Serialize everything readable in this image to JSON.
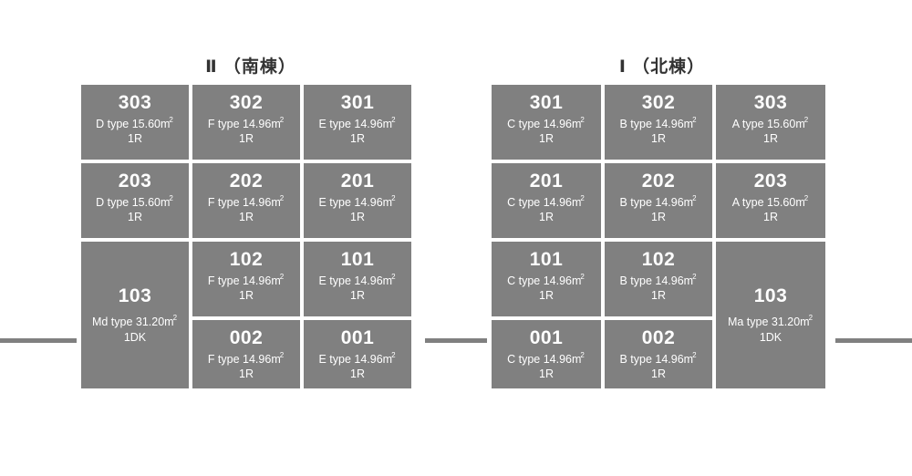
{
  "diagram": {
    "kind": "apartment-building-unit-layout",
    "cell_color": "#808080",
    "cell_text_color": "#ffffff",
    "title_color": "#333333",
    "background_color": "#ffffff"
  },
  "buildings": [
    {
      "id": "south",
      "title": "Ⅱ （南棟）",
      "units": [
        {
          "key": "s-303",
          "number": "303",
          "type": "D type 15.60",
          "sqm": "m",
          "sup": "2",
          "layout": "1R",
          "tall": false
        },
        {
          "key": "s-302",
          "number": "302",
          "type": "F type 14.96",
          "sqm": "m",
          "sup": "2",
          "layout": "1R",
          "tall": false
        },
        {
          "key": "s-301",
          "number": "301",
          "type": "E type 14.96",
          "sqm": "m",
          "sup": "2",
          "layout": "1R",
          "tall": false
        },
        {
          "key": "s-203",
          "number": "203",
          "type": "D type 15.60",
          "sqm": "m",
          "sup": "2",
          "layout": "1R",
          "tall": false
        },
        {
          "key": "s-202",
          "number": "202",
          "type": "F type 14.96",
          "sqm": "m",
          "sup": "2",
          "layout": "1R",
          "tall": false
        },
        {
          "key": "s-201",
          "number": "201",
          "type": "E type 14.96",
          "sqm": "m",
          "sup": "2",
          "layout": "1R",
          "tall": false
        },
        {
          "key": "s-103",
          "number": "103",
          "type": "Md type 31.20",
          "sqm": "m",
          "sup": "2",
          "layout": "1DK",
          "tall": true
        },
        {
          "key": "s-102",
          "number": "102",
          "type": "F type 14.96",
          "sqm": "m",
          "sup": "2",
          "layout": "1R",
          "tall": false
        },
        {
          "key": "s-101",
          "number": "101",
          "type": "E type 14.96",
          "sqm": "m",
          "sup": "2",
          "layout": "1R",
          "tall": false
        },
        {
          "key": "s-002",
          "number": "002",
          "type": "F type 14.96",
          "sqm": "m",
          "sup": "2",
          "layout": "1R",
          "tall": false
        },
        {
          "key": "s-001",
          "number": "001",
          "type": "E type 14.96",
          "sqm": "m",
          "sup": "2",
          "layout": "1R",
          "tall": false
        }
      ]
    },
    {
      "id": "north",
      "title": "Ⅰ （北棟）",
      "units": [
        {
          "key": "n-301",
          "number": "301",
          "type": "C type 14.96",
          "sqm": "m",
          "sup": "2",
          "layout": "1R",
          "tall": false
        },
        {
          "key": "n-302",
          "number": "302",
          "type": "B type 14.96",
          "sqm": "m",
          "sup": "2",
          "layout": "1R",
          "tall": false
        },
        {
          "key": "n-303",
          "number": "303",
          "type": "A type 15.60",
          "sqm": "m",
          "sup": "2",
          "layout": "1R",
          "tall": false
        },
        {
          "key": "n-201",
          "number": "201",
          "type": "C type 14.96",
          "sqm": "m",
          "sup": "2",
          "layout": "1R",
          "tall": false
        },
        {
          "key": "n-202",
          "number": "202",
          "type": "B type 14.96",
          "sqm": "m",
          "sup": "2",
          "layout": "1R",
          "tall": false
        },
        {
          "key": "n-203",
          "number": "203",
          "type": "A type 15.60",
          "sqm": "m",
          "sup": "2",
          "layout": "1R",
          "tall": false
        },
        {
          "key": "n-101",
          "number": "101",
          "type": "C type 14.96",
          "sqm": "m",
          "sup": "2",
          "layout": "1R",
          "tall": false
        },
        {
          "key": "n-102",
          "number": "102",
          "type": "B type 14.96",
          "sqm": "m",
          "sup": "2",
          "layout": "1R",
          "tall": false
        },
        {
          "key": "n-103",
          "number": "103",
          "type": "Ma type 31.20",
          "sqm": "m",
          "sup": "2",
          "layout": "1DK",
          "tall": true
        },
        {
          "key": "n-001",
          "number": "001",
          "type": "C type 14.96",
          "sqm": "m",
          "sup": "2",
          "layout": "1R",
          "tall": false
        },
        {
          "key": "n-002",
          "number": "002",
          "type": "B type 14.96",
          "sqm": "m",
          "sup": "2",
          "layout": "1R",
          "tall": false
        }
      ]
    }
  ],
  "connectors": [
    {
      "key": "left",
      "name": "path-connector-left"
    },
    {
      "key": "middle",
      "name": "path-connector-middle"
    },
    {
      "key": "right",
      "name": "path-connector-right"
    }
  ]
}
